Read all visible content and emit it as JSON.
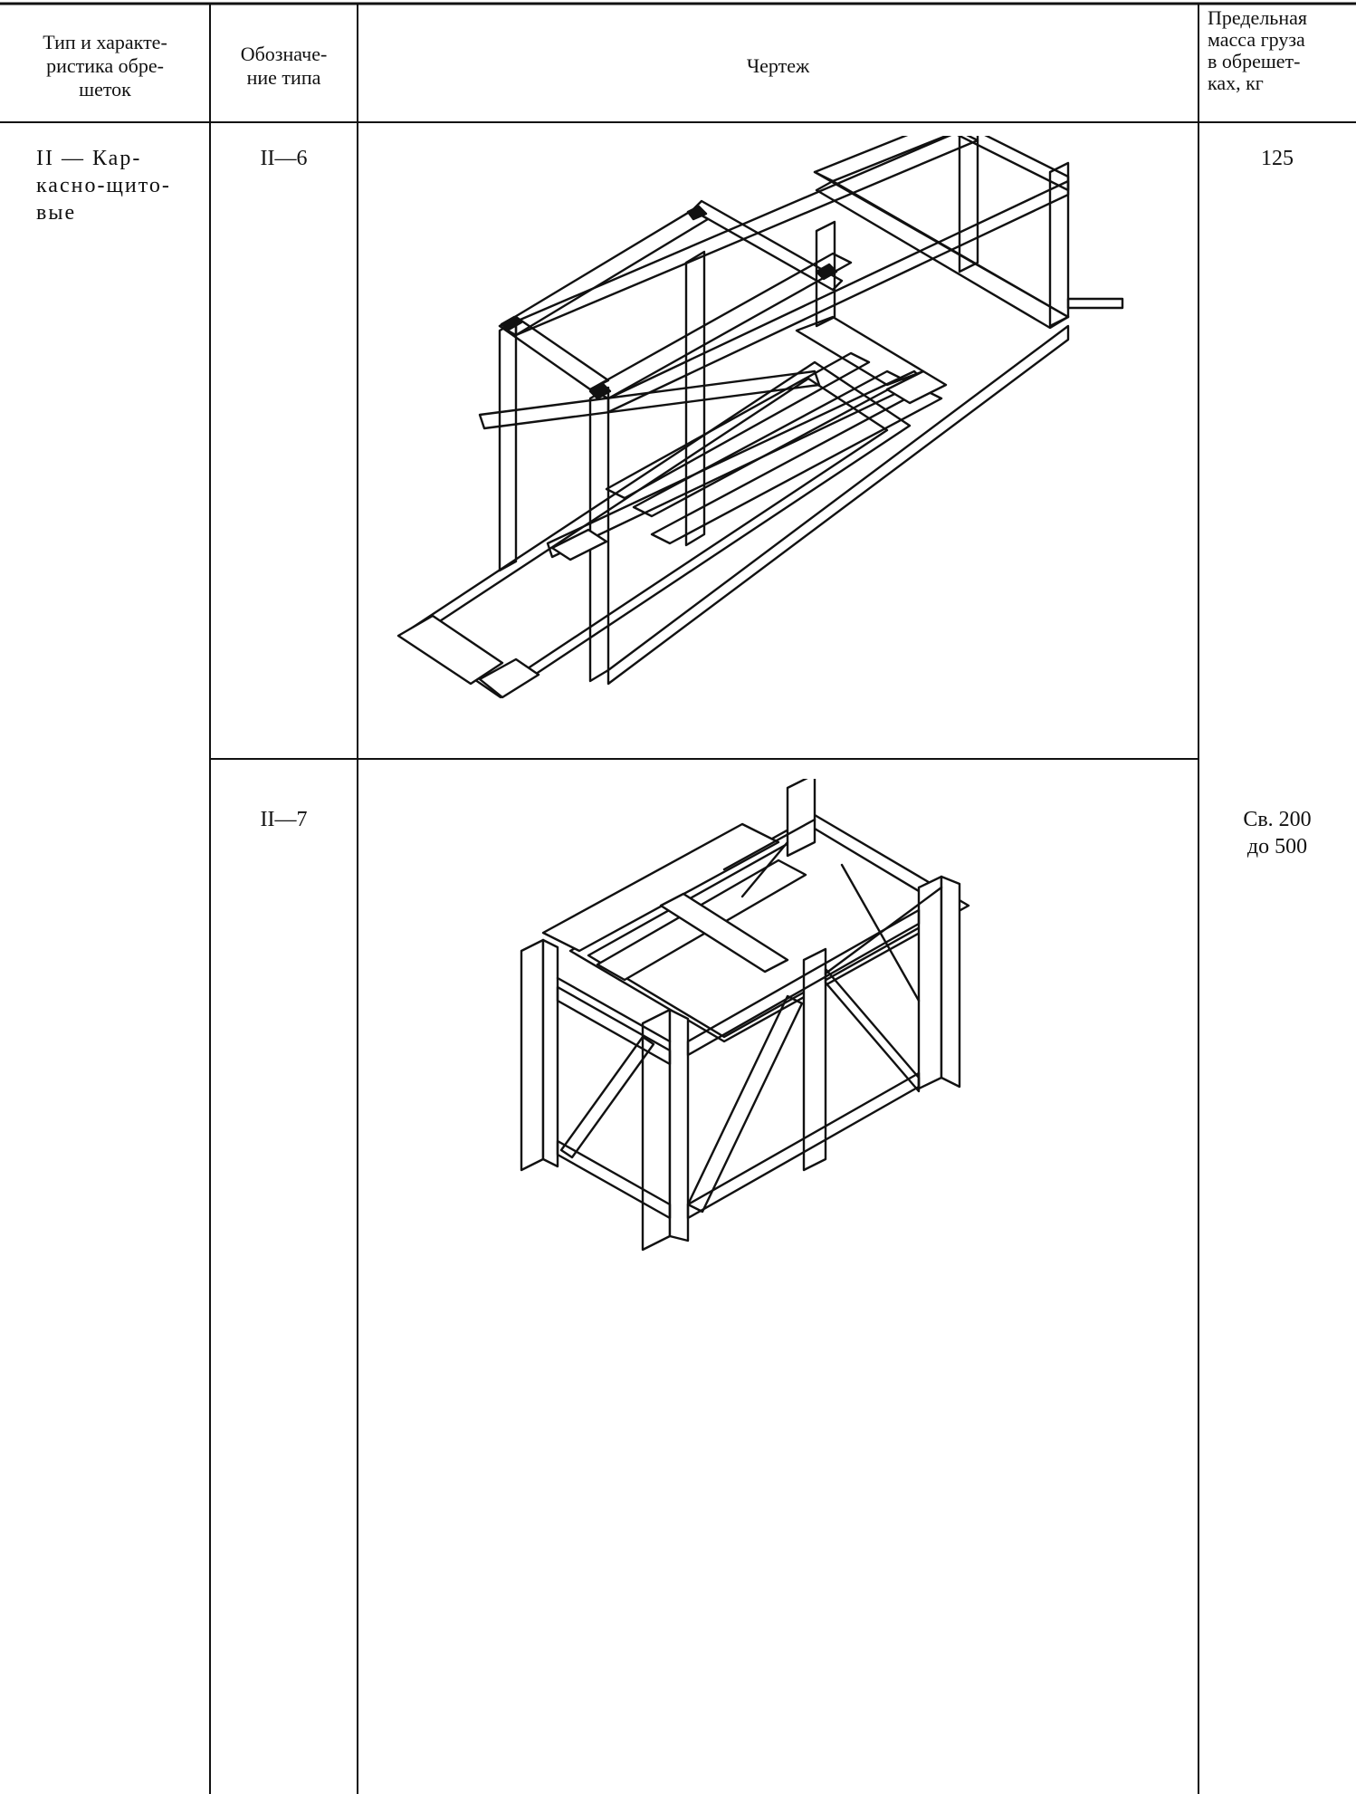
{
  "table": {
    "headers": {
      "type": "Тип и характе-\nристика обре-\nшеток",
      "designation": "Обозначе-\nние типа",
      "drawing": "Чертеж",
      "mass": "Предельная\nмасса груза\nв обрешет-\nках, кг"
    },
    "group": "II — Кар-\nкасно-щито-\nвые",
    "rows": [
      {
        "designation": "II—6",
        "mass": "125",
        "drawing_icon": "crate-frame-drawing"
      },
      {
        "designation": "II—7",
        "mass": "Св. 200\nдо 500",
        "drawing_icon": "crate-box-drawing"
      }
    ]
  }
}
